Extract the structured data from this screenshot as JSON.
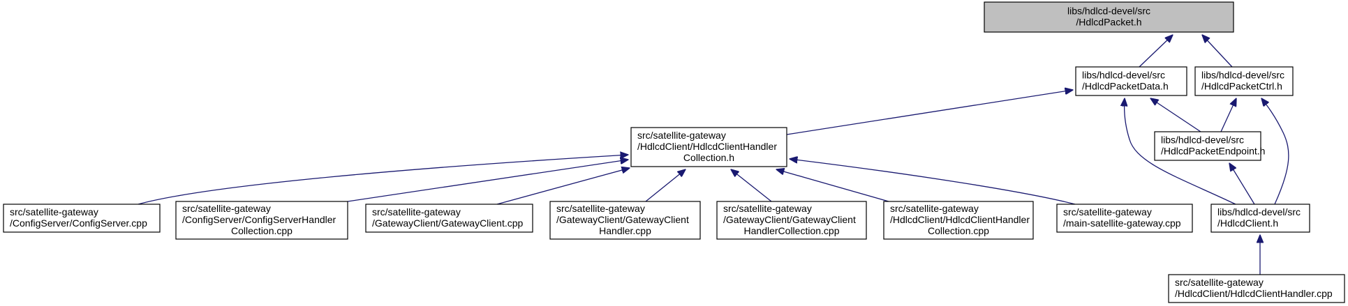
{
  "nodes": [
    {
      "id": "hdlcd_packet_h",
      "lines": [
        "libs/hdlcd-devel/src",
        "/HdlcdPacket.h"
      ],
      "root": true,
      "align": "center"
    },
    {
      "id": "hdlcd_packet_data_h",
      "lines": [
        "libs/hdlcd-devel/src",
        "/HdlcdPacketData.h"
      ],
      "align": "left"
    },
    {
      "id": "hdlcd_packet_ctrl_h",
      "lines": [
        "libs/hdlcd-devel/src",
        "/HdlcdPacketCtrl.h"
      ],
      "align": "left"
    },
    {
      "id": "hdlcd_client_handler_collection_h",
      "lines": [
        "src/satellite-gateway",
        "/HdlcdClient/HdlcdClientHandler",
        "Collection.h"
      ],
      "align": "mixed"
    },
    {
      "id": "hdlcd_packet_endpoint_h",
      "lines": [
        "libs/hdlcd-devel/src",
        "/HdlcdPacketEndpoint.h"
      ],
      "align": "left"
    },
    {
      "id": "config_server_cpp",
      "lines": [
        "src/satellite-gateway",
        "/ConfigServer/ConfigServer.cpp"
      ],
      "align": "left"
    },
    {
      "id": "config_server_handler_collection_cpp",
      "lines": [
        "src/satellite-gateway",
        "/ConfigServer/ConfigServerHandler",
        "Collection.cpp"
      ],
      "align": "mixed"
    },
    {
      "id": "gateway_client_cpp",
      "lines": [
        "src/satellite-gateway",
        "/GatewayClient/GatewayClient.cpp"
      ],
      "align": "left"
    },
    {
      "id": "gateway_client_handler_cpp",
      "lines": [
        "src/satellite-gateway",
        "/GatewayClient/GatewayClient",
        "Handler.cpp"
      ],
      "align": "mixed"
    },
    {
      "id": "gateway_client_handler_collection_cpp",
      "lines": [
        "src/satellite-gateway",
        "/GatewayClient/GatewayClient",
        "HandlerCollection.cpp"
      ],
      "align": "mixed"
    },
    {
      "id": "hdlcd_client_handler_collection_cpp",
      "lines": [
        "src/satellite-gateway",
        "/HdlcdClient/HdlcdClientHandler",
        "Collection.cpp"
      ],
      "align": "mixed"
    },
    {
      "id": "main_satellite_gateway_cpp",
      "lines": [
        "src/satellite-gateway",
        "/main-satellite-gateway.cpp"
      ],
      "align": "left"
    },
    {
      "id": "hdlcd_client_h",
      "lines": [
        "libs/hdlcd-devel/src",
        "/HdlcdClient.h"
      ],
      "align": "left"
    },
    {
      "id": "hdlcd_client_handler_cpp",
      "lines": [
        "src/satellite-gateway",
        "/HdlcdClient/HdlcdClientHandler.cpp"
      ],
      "align": "left"
    }
  ],
  "edges": [
    {
      "from": "hdlcd_packet_data_h",
      "to": "hdlcd_packet_h"
    },
    {
      "from": "hdlcd_packet_ctrl_h",
      "to": "hdlcd_packet_h"
    },
    {
      "from": "hdlcd_client_handler_collection_h",
      "to": "hdlcd_packet_data_h"
    },
    {
      "from": "hdlcd_packet_endpoint_h",
      "to": "hdlcd_packet_data_h"
    },
    {
      "from": "hdlcd_client_h",
      "to": "hdlcd_packet_data_h"
    },
    {
      "from": "hdlcd_packet_endpoint_h",
      "to": "hdlcd_packet_ctrl_h"
    },
    {
      "from": "hdlcd_client_h",
      "to": "hdlcd_packet_ctrl_h"
    },
    {
      "from": "hdlcd_client_h",
      "to": "hdlcd_packet_endpoint_h"
    },
    {
      "from": "config_server_cpp",
      "to": "hdlcd_client_handler_collection_h"
    },
    {
      "from": "config_server_handler_collection_cpp",
      "to": "hdlcd_client_handler_collection_h"
    },
    {
      "from": "gateway_client_cpp",
      "to": "hdlcd_client_handler_collection_h"
    },
    {
      "from": "gateway_client_handler_cpp",
      "to": "hdlcd_client_handler_collection_h"
    },
    {
      "from": "gateway_client_handler_collection_cpp",
      "to": "hdlcd_client_handler_collection_h"
    },
    {
      "from": "hdlcd_client_handler_collection_cpp",
      "to": "hdlcd_client_handler_collection_h"
    },
    {
      "from": "main_satellite_gateway_cpp",
      "to": "hdlcd_client_handler_collection_h"
    },
    {
      "from": "hdlcd_client_handler_cpp",
      "to": "hdlcd_client_h"
    }
  ],
  "colors": {
    "edge": "#191970",
    "root_fill": "#bfbfbf",
    "node_fill": "#ffffff",
    "border": "#000000"
  }
}
